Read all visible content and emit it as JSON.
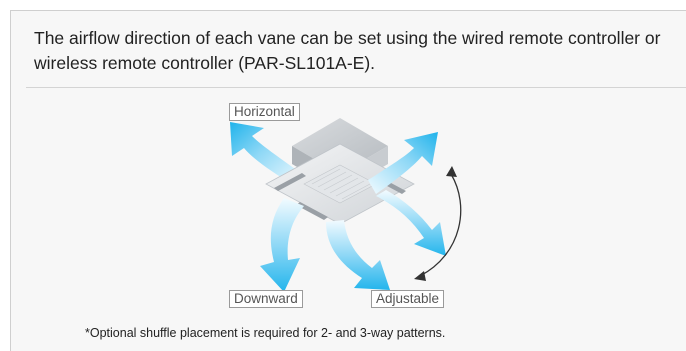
{
  "intro_text": "The airflow direction of each vane can be set using the wired remote controller or wireless remote controller (PAR-SL101A-E).",
  "labels": {
    "horizontal": "Horizontal",
    "downward": "Downward",
    "adjustable": "Adjustable"
  },
  "footnote": "*Optional shuffle placement is required for 2- and 3-way patterns.",
  "colors": {
    "airflow_light": "#e6f7fd",
    "airflow_dark": "#23b5ec",
    "panel_background": "#f7f7f7",
    "text": "#222222"
  }
}
